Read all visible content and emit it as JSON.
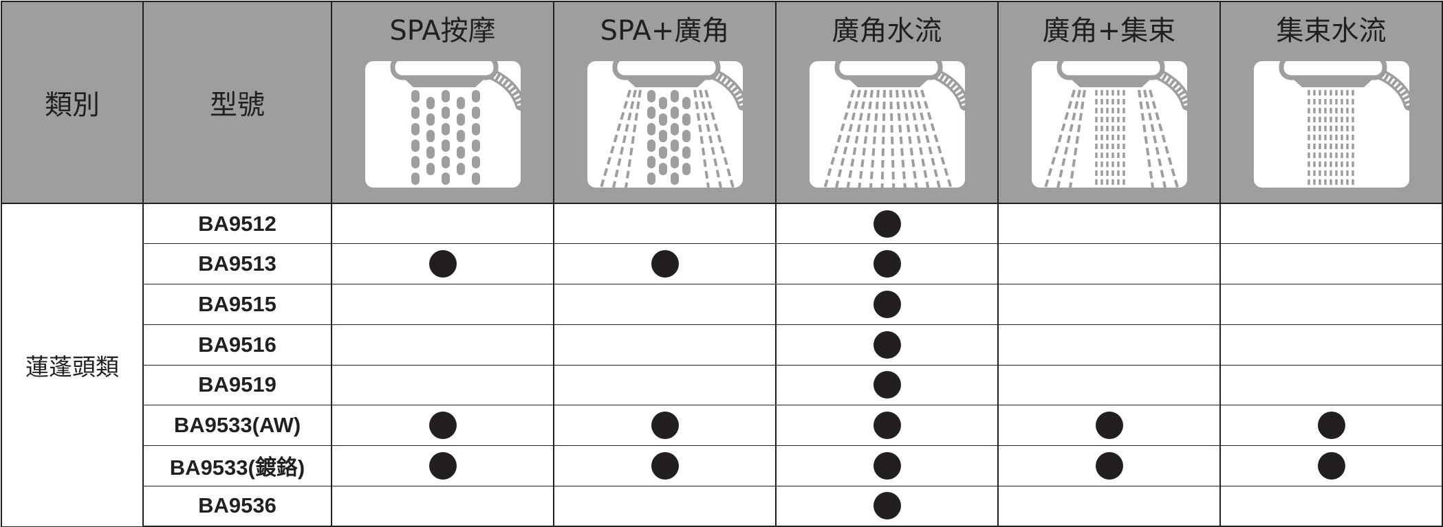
{
  "header": {
    "category_label": "類別",
    "model_label": "型號",
    "modes": [
      {
        "label": "SPA按摩",
        "icon": "spa-massage-spray-icon"
      },
      {
        "label": "SPA+廣角",
        "icon": "spa-wide-angle-spray-icon"
      },
      {
        "label": "廣角水流",
        "icon": "wide-angle-spray-icon"
      },
      {
        "label": "廣角+集束",
        "icon": "wide-angle-focused-spray-icon"
      },
      {
        "label": "集束水流",
        "icon": "focused-spray-icon"
      }
    ]
  },
  "category": "蓮蓬頭類",
  "rows": [
    {
      "model": "BA9512",
      "modes": [
        false,
        false,
        true,
        false,
        false
      ]
    },
    {
      "model": "BA9513",
      "modes": [
        true,
        true,
        true,
        false,
        false
      ]
    },
    {
      "model": "BA9515",
      "modes": [
        false,
        false,
        true,
        false,
        false
      ]
    },
    {
      "model": "BA9516",
      "modes": [
        false,
        false,
        true,
        false,
        false
      ]
    },
    {
      "model": "BA9519",
      "modes": [
        false,
        false,
        true,
        false,
        false
      ]
    },
    {
      "model": "BA9533(AW)",
      "modes": [
        true,
        true,
        true,
        true,
        true
      ]
    },
    {
      "model": "BA9533(鍍鉻)",
      "modes": [
        true,
        true,
        true,
        true,
        true
      ]
    },
    {
      "model": "BA9536",
      "modes": [
        false,
        false,
        true,
        false,
        false
      ]
    }
  ],
  "colors": {
    "header_bg": "#9d9e9e",
    "ink": "#231f20",
    "icon_bg": "#ffffff",
    "spray": "#9d9e9e"
  }
}
